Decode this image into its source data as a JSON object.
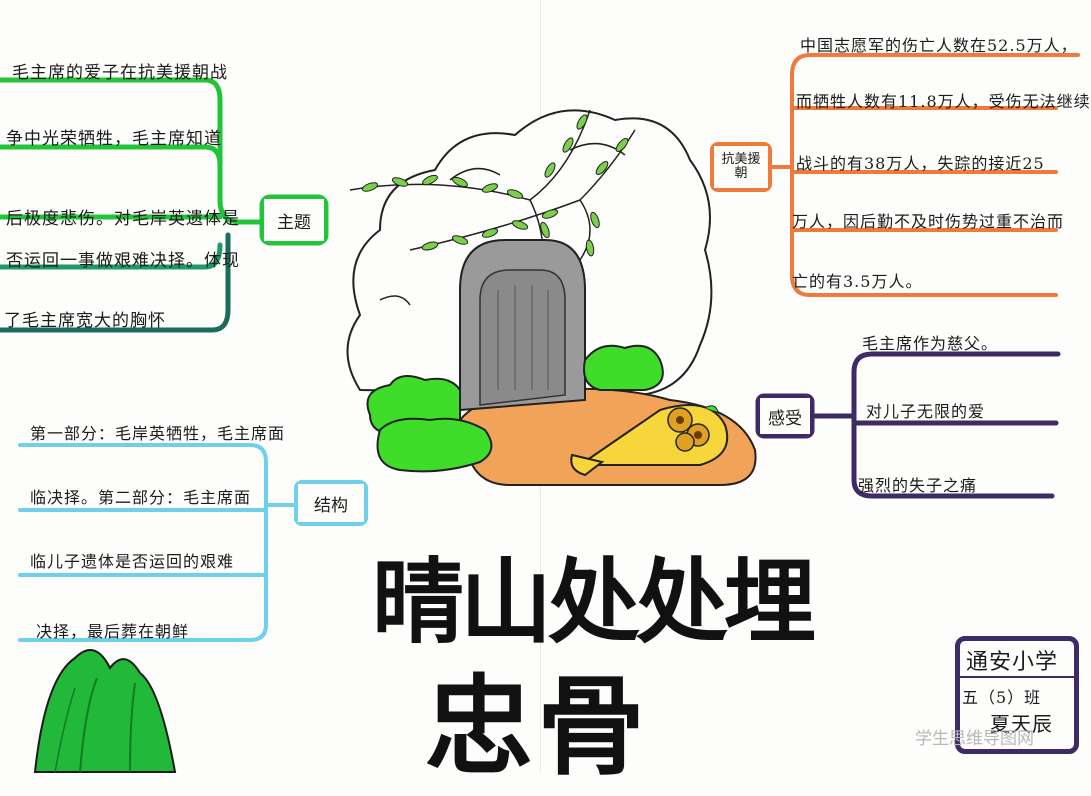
{
  "title": {
    "main": "晴山处处埋",
    "sub": "忠骨"
  },
  "theme": {
    "label": "主题",
    "color": "#22c53a",
    "lines": [
      "毛主席的爱子在抗美援朝战",
      "争中光荣牺牲，毛主席知道",
      "后极度悲伤。对毛岸英遗体是",
      "否运回一事做艰难决择。体现",
      "了毛主席宽大的胸怀"
    ]
  },
  "context": {
    "label": "抗美援朝",
    "color": "#f07a3a",
    "lines": [
      "中国志愿军的伤亡人数在52.5万人，",
      "而牺牲人数有11.8万人，受伤无法继续",
      "战斗的有38万人，失踪的接近25",
      "万人，因后勤不及时伤势过重不治而",
      "亡的有3.5万人。"
    ]
  },
  "structure": {
    "label": "结构",
    "color": "#6fd0ea",
    "lines": [
      "第一部分：毛岸英牺牲，毛主席面",
      "临决择。第二部分：毛主席面",
      "临儿子遗体是否运回的艰难",
      "决择，最后葬在朝鲜"
    ]
  },
  "feeling": {
    "label": "感受",
    "color": "#3e2a66",
    "lines": [
      "毛主席作为慈父。",
      "对儿子无限的爱",
      "强烈的失子之痛"
    ]
  },
  "signature": {
    "school": "通安小学",
    "class_line": "五（5）班",
    "name": "夏天辰"
  },
  "watermark": "学生思维导图网"
}
